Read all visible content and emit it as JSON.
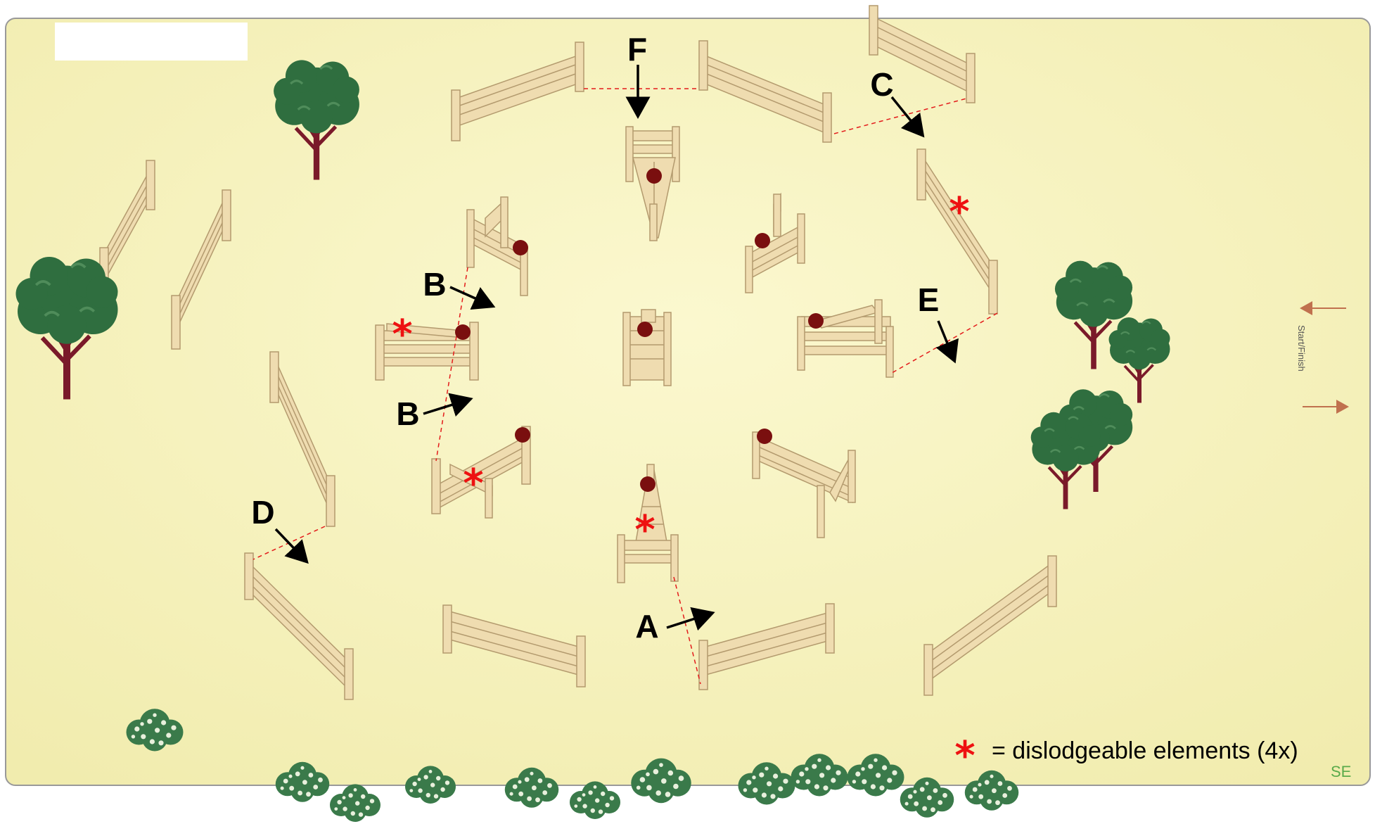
{
  "diagram": {
    "labels": {
      "A": "A",
      "B1": "B",
      "B2": "B",
      "C": "C",
      "D": "D",
      "E": "E",
      "F": "F"
    },
    "legend": {
      "symbol": "*",
      "text": "= dislodgeable elements (4x)"
    },
    "start_finish": "Start/Finish",
    "corner_mark": "SE",
    "colors": {
      "ground": "#f6f2b8",
      "fence": "#efdcb0",
      "fence_outline": "#b39a6e",
      "dashed_line": "#e31b1b",
      "marker_dot": "#7a0f0f",
      "star": "#ee1111",
      "tree_foliage": "#2f6e3f",
      "tree_trunk": "#7a1a2a",
      "arrow_start_finish": "#c0714e"
    },
    "icons": [
      "tree-icon",
      "bush-icon",
      "fence-icon",
      "arrow-icon",
      "dot-marker-icon",
      "star-marker-icon"
    ]
  }
}
